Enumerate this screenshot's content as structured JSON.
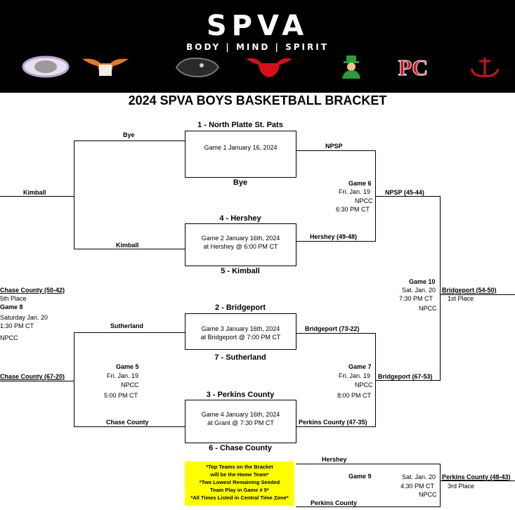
{
  "banner": {
    "brand": "SPVA",
    "tagline": "BODY | MIND | SPIRIT",
    "bg": "#000000"
  },
  "logos": [
    {
      "name": "school-logo-silver-icon",
      "color": "#c9b6d8"
    },
    {
      "name": "longhorn-logo-icon",
      "color": "#e07a2a"
    },
    {
      "name": "panther-logo-icon",
      "color": "#9a9a9a"
    },
    {
      "name": "red-bull-logo-icon",
      "color": "#d4101a"
    },
    {
      "name": "leprechaun-logo-icon",
      "color": "#2e9a3a"
    },
    {
      "name": "pc-logo-icon",
      "color": "#cc1122"
    },
    {
      "name": "anchor-logo-icon",
      "color": "#cc1122"
    }
  ],
  "title": "2024 SPVA BOYS BASKETBALL BRACKET",
  "seeds": {
    "s1": "1 - North Platte St. Pats",
    "bye": "Bye",
    "s4": "4 - Hershey",
    "s5": "5 - Kimball",
    "s2": "2 - Bridgeport",
    "s7": "7 - Sutherland",
    "s3": "3 - Perkins County",
    "s6": "6 - Chase County"
  },
  "games": {
    "g1": "Game 1 January 16, 2024",
    "g2_line1": "Game 2 January 16th, 2024",
    "g2_line2": "at Hershey @ 6:00 PM CT",
    "g3_line1": "Game 3  January 16th, 2024",
    "g3_line2": "at Bridgeport @ 7:00 PM CT",
    "g4_line1": "Game 4 January 16th, 2024",
    "g4_line2": "at Grant @ 7:30 PM CT"
  },
  "left": {
    "bye": "Bye",
    "kimball_top": "Kimball",
    "kimball_left": "Kimball",
    "sutherland": "Sutherland",
    "chase_county": "Chase County",
    "chase_result": "Chase County (67-20)",
    "game5": {
      "title": "Game 5",
      "date": "Fri. Jan. 19",
      "site": "NPCC",
      "time": "5:00 PM CT"
    },
    "game8": {
      "result": "Chase County (50-42)",
      "place": "5th Place",
      "title": "Game 8",
      "date": "Saturday Jan. 20",
      "time": "1:30 PM CT",
      "site": "NPCC"
    }
  },
  "right": {
    "npsp": "NPSP",
    "hershey_result": "Hershey (49-48)",
    "game6": {
      "title": "Game 6",
      "date": "Fri. Jan. 19",
      "site": "NPCC",
      "time": "6:30 PM CT"
    },
    "npsp_result": "NPSP (45-44)",
    "bridgeport_73": "Bridgeport (73-22)",
    "perkins_result": "Perkins County (47-35)",
    "game7": {
      "title": "Game 7",
      "date": "Fri. Jan. 19",
      "site": "NPCC",
      "time": "8:00 PM CT"
    },
    "bridgeport_67": "Bridgeport (67-53)",
    "game10": {
      "title": "Game 10",
      "date": "Sat. Jan. 20",
      "time": "7:30 PM CT",
      "site": "NPCC"
    },
    "champion": "Bridgeport (54-50)",
    "champion_place": "1st Place"
  },
  "bottom": {
    "hershey": "Hershey",
    "perkins": "Perkins County",
    "game9": {
      "title": "Game 9",
      "date": "Sat. Jan. 20",
      "time": "4:30 PM CT",
      "site": "NPCC"
    },
    "third_result": "Perkins County (48-43)",
    "third_place": "3rd Place"
  },
  "notes": [
    "*Top Teams on the Bracket",
    "will be the Home Team*",
    "*Two Lowest Remaining Seeded",
    "Team Play in Game # 5*",
    "*All Times Listed in Central Time Zone*"
  ]
}
